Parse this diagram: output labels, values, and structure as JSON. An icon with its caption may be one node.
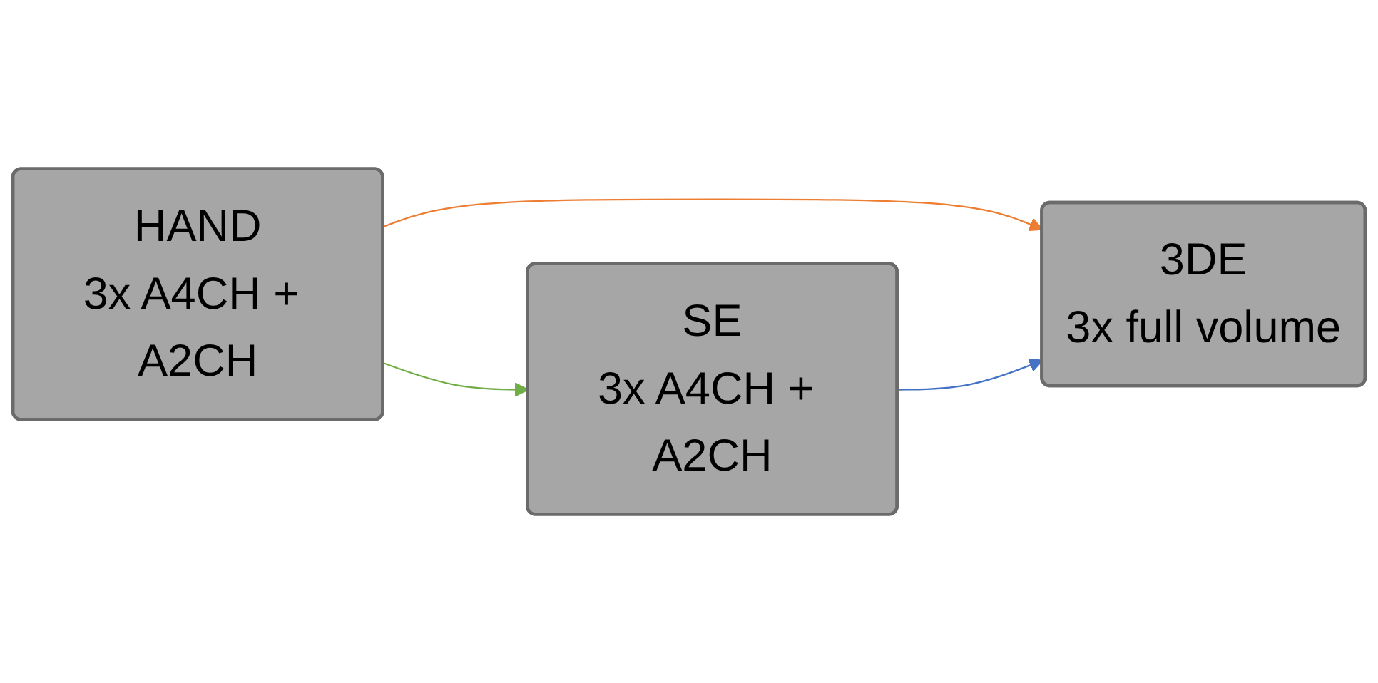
{
  "diagram": {
    "nodes": [
      {
        "text": [
          "HAND",
          "3x A4CH + A2CH"
        ]
      },
      {
        "text": [
          "SE",
          "3x A4CH + A2CH"
        ]
      },
      {
        "text": [
          "3DE",
          "3x full volume"
        ]
      }
    ],
    "edges": [
      {
        "from": 0,
        "to": 2,
        "arrow": "to",
        "color": "#ed7d31"
      },
      {
        "from": 1,
        "to": 2,
        "arrow": "to",
        "color": "#4472c4"
      },
      {
        "from": 0,
        "to": 1,
        "arrow": "to",
        "color": "#70ad47"
      }
    ]
  }
}
